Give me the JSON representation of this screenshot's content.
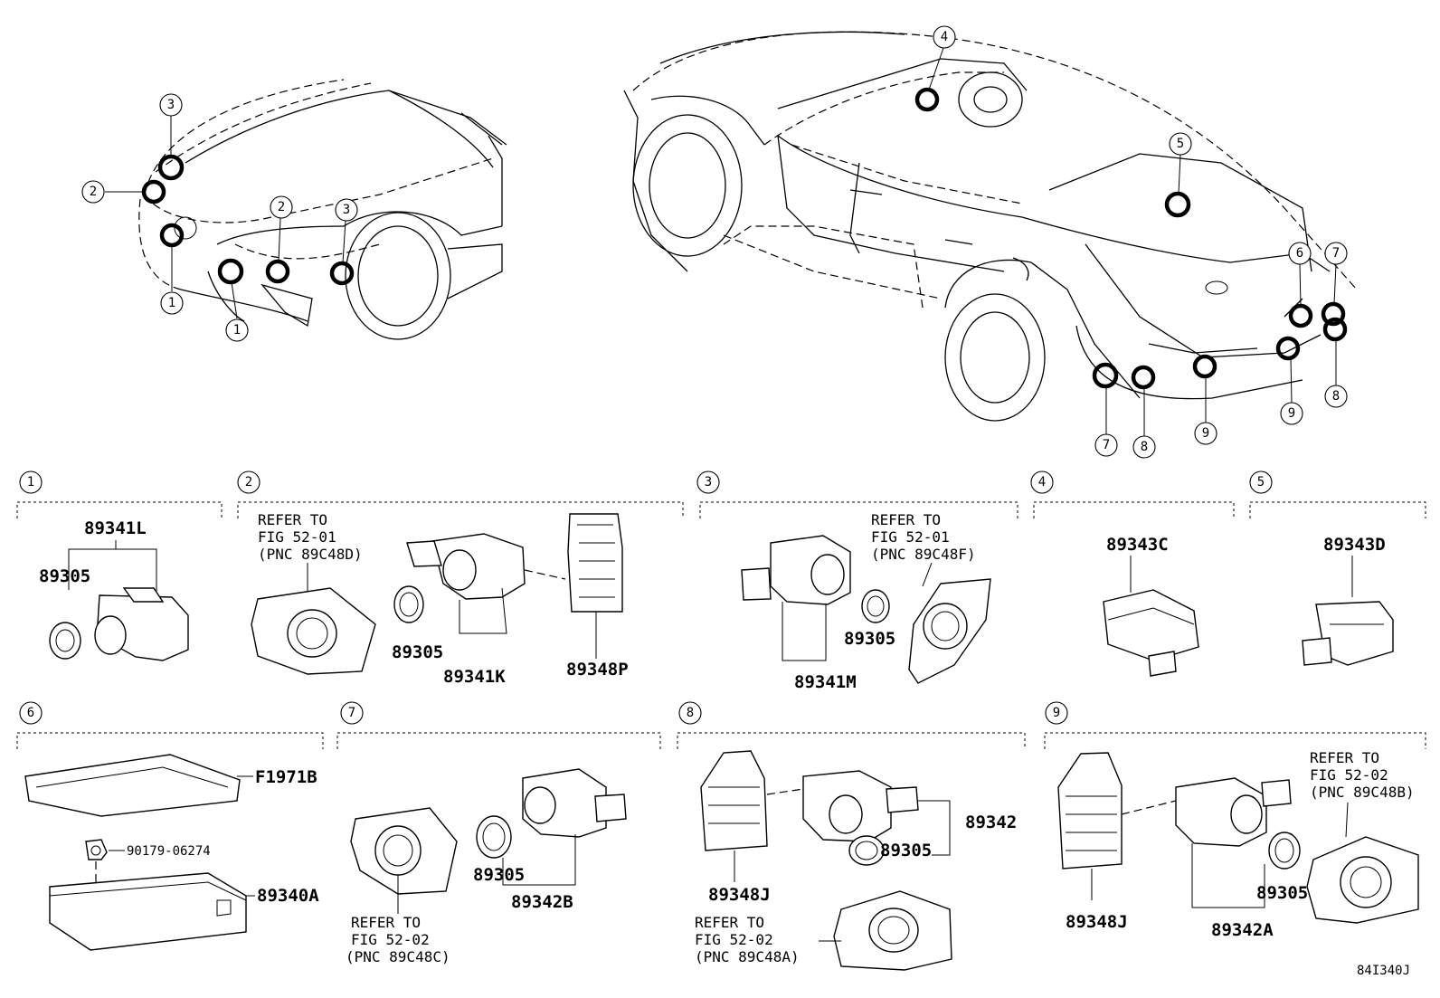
{
  "sections": [
    {
      "num": "1",
      "parts": [
        "89341L",
        "89305"
      ]
    },
    {
      "num": "2",
      "refer": [
        "REFER TO",
        "FIG 52-01",
        "(PNC 89C48D)"
      ],
      "parts": [
        "89305",
        "89341K",
        "89348P"
      ]
    },
    {
      "num": "3",
      "refer": [
        "REFER TO",
        "FIG 52-01",
        "(PNC 89C48F)"
      ],
      "parts": [
        "89305",
        "89341M"
      ]
    },
    {
      "num": "4",
      "parts": [
        "89343C"
      ]
    },
    {
      "num": "5",
      "parts": [
        "89343D"
      ]
    },
    {
      "num": "6",
      "parts": [
        "F1971B",
        "90179-06274",
        "89340A"
      ]
    },
    {
      "num": "7",
      "refer": [
        "REFER TO",
        "FIG 52-02",
        "(PNC 89C48C)"
      ],
      "parts": [
        "89305",
        "89342B"
      ]
    },
    {
      "num": "8",
      "refer": [
        "REFER TO",
        "FIG 52-02",
        "(PNC 89C48A)"
      ],
      "parts": [
        "89342",
        "89305",
        "89348J"
      ]
    },
    {
      "num": "9",
      "refer": [
        "REFER TO",
        "FIG 52-02",
        "(PNC 89C48B)"
      ],
      "parts": [
        "89348J",
        "89305",
        "89342A"
      ]
    }
  ],
  "callouts": {
    "front_car": [
      "3",
      "2",
      "1",
      "2",
      "3",
      "1"
    ],
    "rear_car": [
      "4",
      "5",
      "6",
      "7",
      "8",
      "9",
      "7",
      "8",
      "9"
    ]
  },
  "diagram_code": "84I340J"
}
